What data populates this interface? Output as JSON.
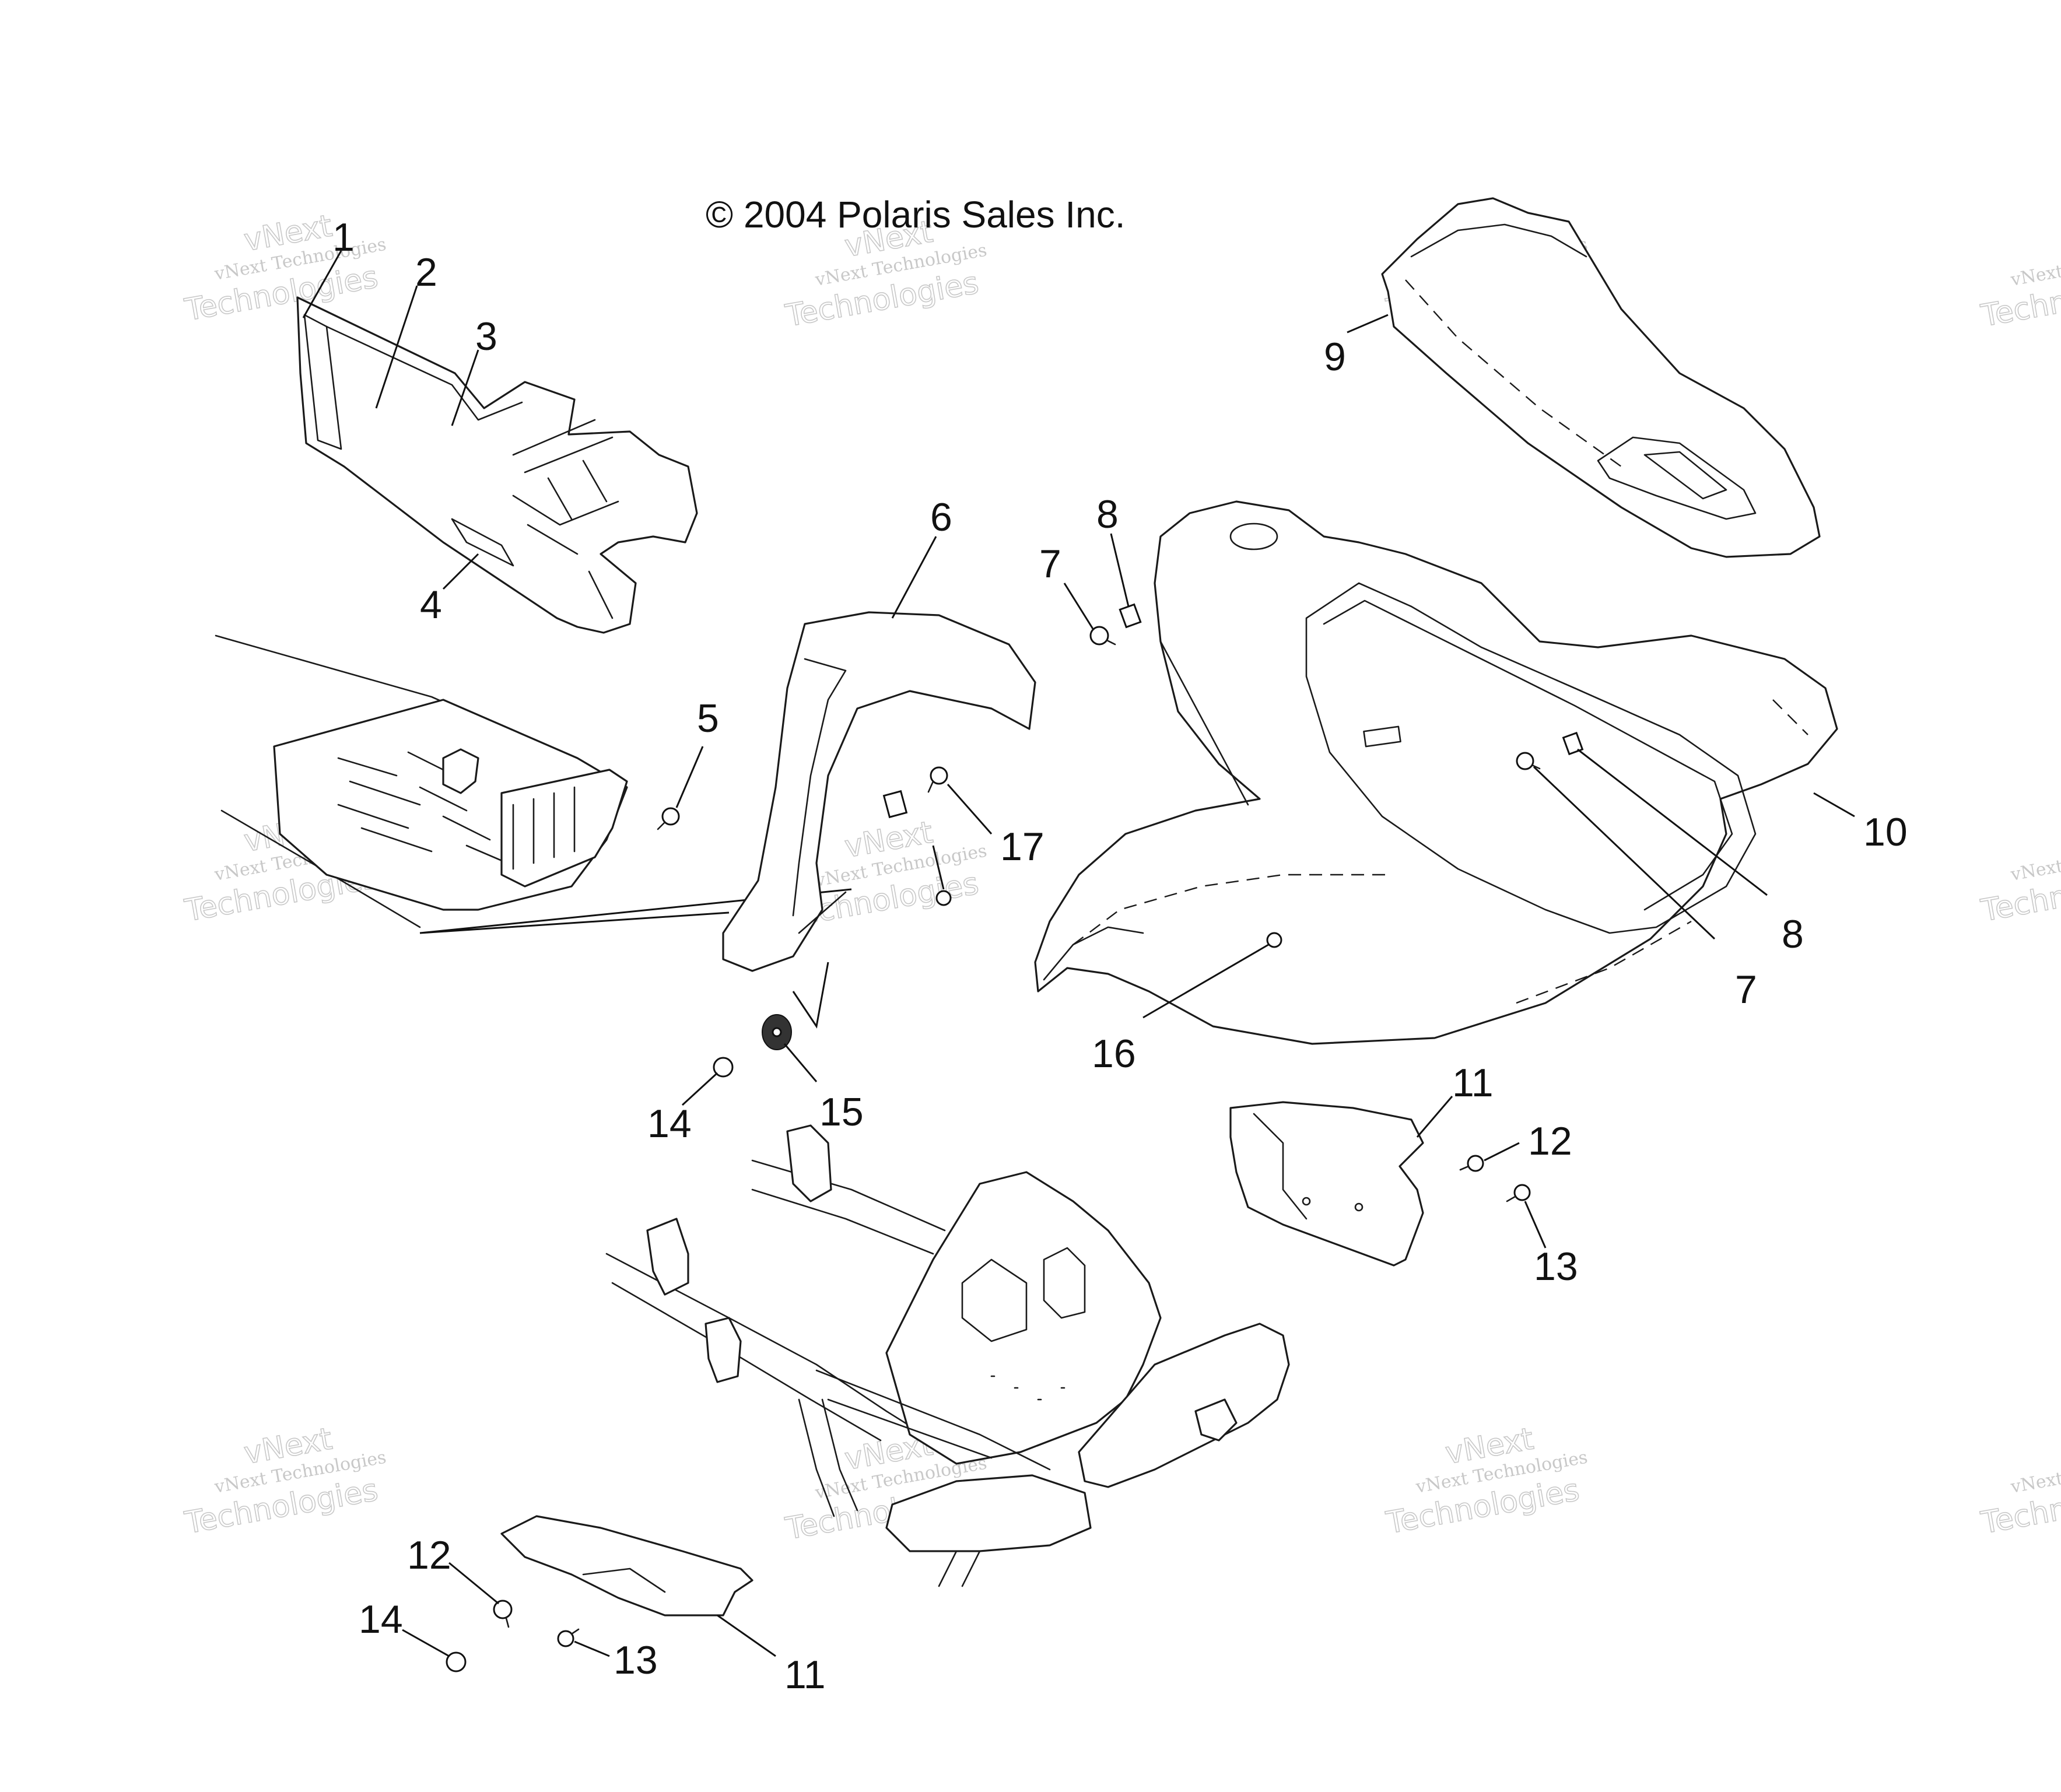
{
  "copyright": "© 2004 Polaris Sales Inc.",
  "watermark": {
    "line1": "vNext Technologies",
    "line2": "Technologies",
    "stamp": "vNext"
  },
  "callouts": [
    "1",
    "2",
    "3",
    "4",
    "5",
    "6",
    "7",
    "8",
    "9",
    "10",
    "11",
    "12",
    "13",
    "14",
    "15",
    "16",
    "17"
  ],
  "colors": {
    "line": "#1a1a1a",
    "background": "#ffffff",
    "watermark": "#9a9a9a"
  }
}
